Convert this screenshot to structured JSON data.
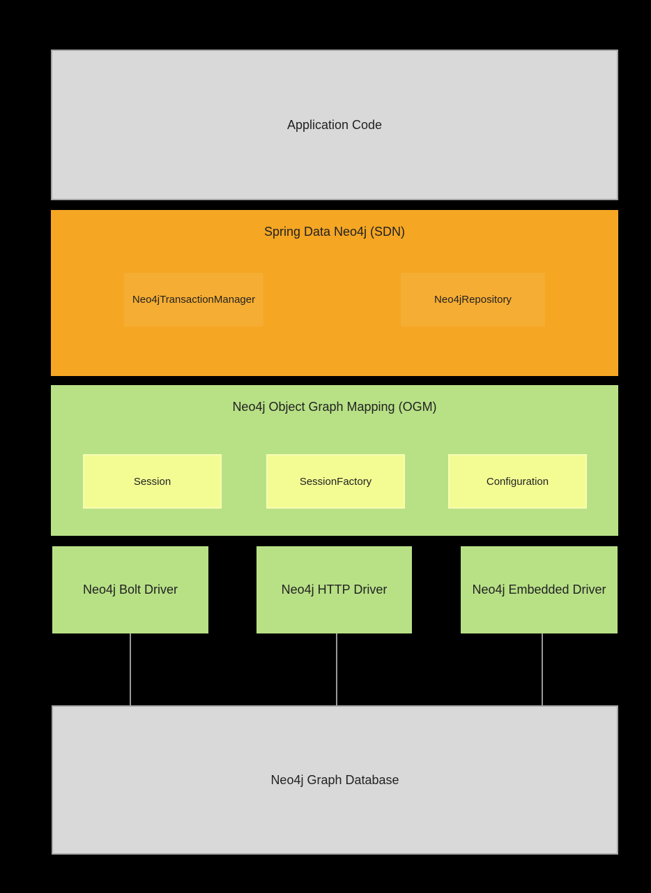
{
  "colors": {
    "bg": "#000000",
    "gray": "#d9d9d9",
    "grayborder": "#a6a6a6",
    "orange": "#f5a623",
    "orangeinner": "#f6ad33",
    "green": "#b8e186",
    "yellow": "#f2fc92",
    "yellowborder": "#f8fcb4",
    "line": "#999999",
    "text": "#222222"
  },
  "layers": {
    "application": {
      "label": "Application Code"
    },
    "sdn": {
      "title": "Spring Data Neo4j (SDN)",
      "children": [
        {
          "label": "Neo4jTransactionManager"
        },
        {
          "label": "Neo4jRepository"
        }
      ]
    },
    "ogm": {
      "title": "Neo4j Object Graph Mapping (OGM)",
      "children": [
        {
          "label": "Session"
        },
        {
          "label": "SessionFactory"
        },
        {
          "label": "Configuration"
        }
      ]
    },
    "drivers": [
      {
        "label": "Neo4j Bolt Driver"
      },
      {
        "label": "Neo4j HTTP Driver"
      },
      {
        "label": "Neo4j Embedded Driver"
      }
    ],
    "database": {
      "label": "Neo4j Graph Database"
    }
  }
}
